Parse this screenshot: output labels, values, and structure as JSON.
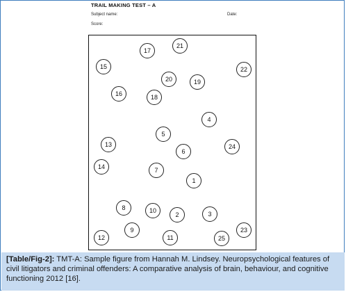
{
  "sheet": {
    "title": "TRAIL MAKING TEST – A",
    "subject_label": "Subject name:",
    "date_label": "Date:",
    "score_label": "Score:"
  },
  "circles": [
    "1",
    "2",
    "3",
    "4",
    "5",
    "6",
    "7",
    "8",
    "9",
    "10",
    "11",
    "12",
    "13",
    "14",
    "15",
    "16",
    "17",
    "18",
    "19",
    "20",
    "21",
    "22",
    "23",
    "24",
    "25"
  ],
  "caption": {
    "label": "[Table/Fig-2]:",
    "text": " TMT-A: Sample figure from Hannah M. Lindsey. Neuropsychological features of civil litigators and criminal offenders: A comparative analysis of brain, behaviour, and cognitive functioning 2012 [16]."
  },
  "colors": {
    "frame_border": "#3f7ebd",
    "caption_background": "#c7dbf1"
  }
}
